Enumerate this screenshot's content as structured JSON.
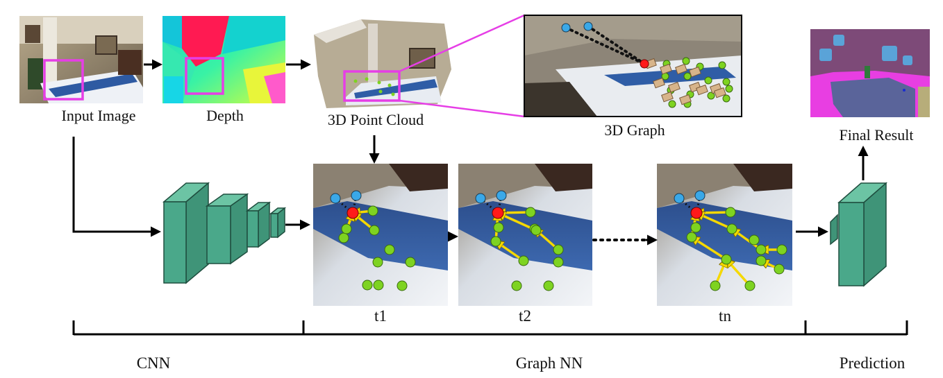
{
  "labels": {
    "input_image": "Input Image",
    "depth": "Depth",
    "point_cloud": "3D Point Cloud",
    "graph_3d": "3D Graph",
    "final_result": "Final Result",
    "step_t1": "t1",
    "step_t2": "t2",
    "step_tn": "tn",
    "stage_cnn": "CNN",
    "stage_gnn": "Graph NN",
    "stage_prediction": "Prediction"
  },
  "colors": {
    "highlight_box": "#e63ee6",
    "cnn_block": "#4aa88a",
    "node_green": "#7ed321",
    "node_red": "#ff1a1a",
    "node_blue": "#3aa8e8",
    "edge_yellow": "#f5d800"
  }
}
